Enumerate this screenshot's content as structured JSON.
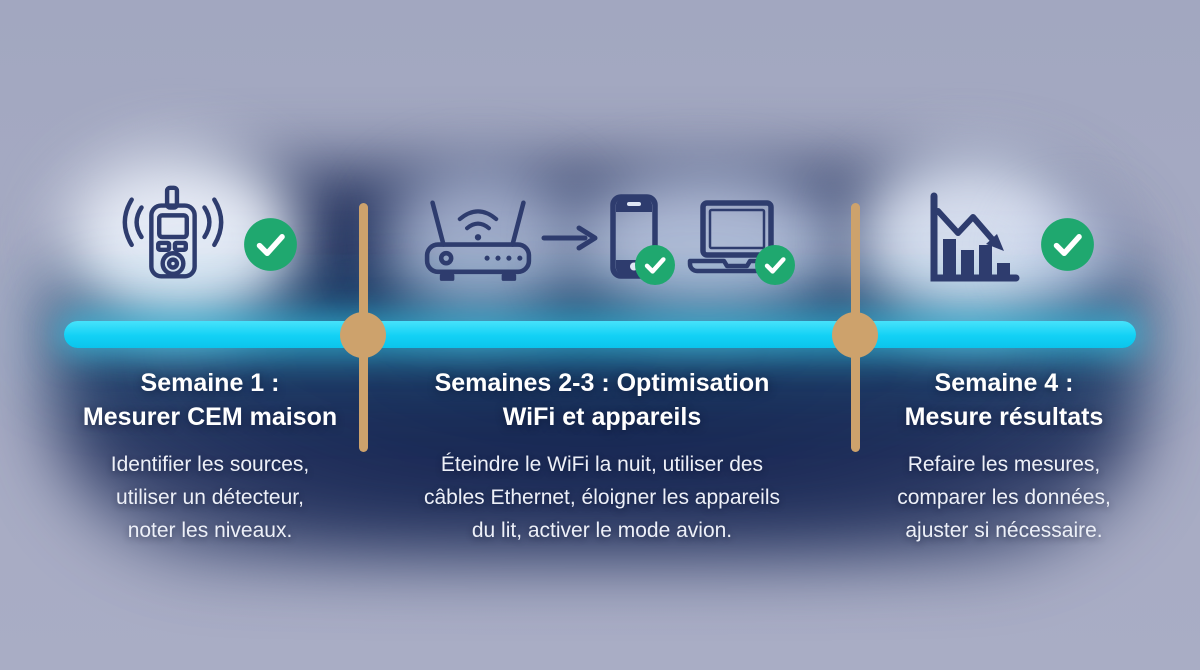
{
  "meta": {
    "type": "timeline-infographic",
    "language": "fr",
    "topic": "Plan de réduction des CEM sur 4 semaines"
  },
  "colors": {
    "background": "#a5aac3",
    "dark_band": "#1d2c58",
    "timeline_cyan": "#12d1f5",
    "divider_tan": "#cda26c",
    "check_green": "#1fa86f",
    "icon_navy": "#2e3c6e",
    "text_white": "#ffffff"
  },
  "timeline": {
    "orientation": "horizontal",
    "node_count": 2,
    "segment_count": 3
  },
  "steps": [
    {
      "icon": "emf-detector-icon",
      "status": "check-circle",
      "title_lines": [
        "Semaine 1 :",
        "Mesurer CEM maison"
      ],
      "desc_lines": [
        "Identifier les sources,",
        "utiliser un détecteur,",
        "noter les niveaux."
      ]
    },
    {
      "icon": "router-arrow-phone-laptop",
      "status": "check-badges-on-devices",
      "title_lines": [
        "Semaines 2-3 : Optimisation",
        "WiFi et appareils"
      ],
      "desc_lines": [
        "Éteindre le WiFi la nuit, utiliser des",
        "câbles Ethernet, éloigner les appareils",
        "du lit, activer le mode avion."
      ]
    },
    {
      "icon": "declining-bar-chart-icon",
      "status": "check-circle",
      "title_lines": [
        "Semaine 4 :",
        "Mesure résultats"
      ],
      "desc_lines": [
        "Refaire les mesures,",
        "comparer les données,",
        "ajuster si nécessaire."
      ]
    }
  ]
}
